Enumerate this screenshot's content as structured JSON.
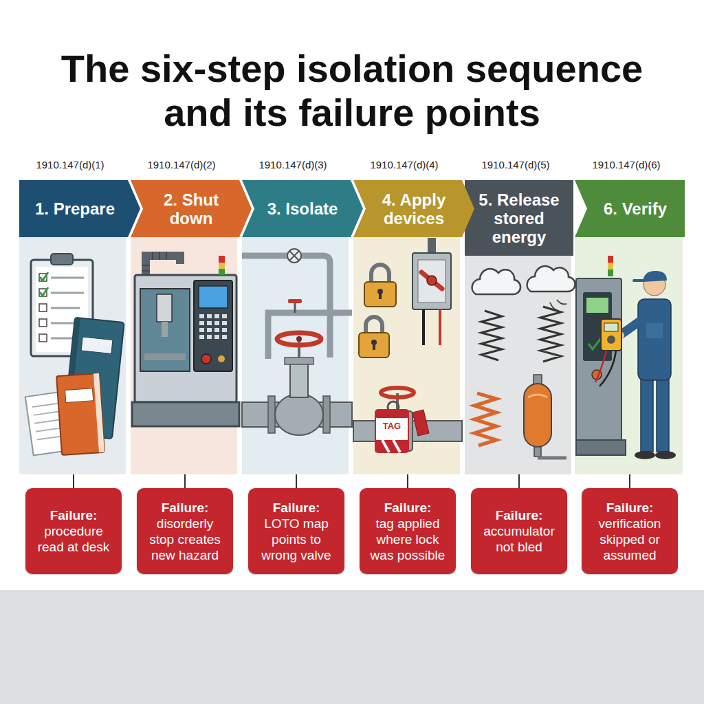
{
  "diagram": {
    "title": "The six-step isolation sequence and its failure points",
    "nodes": [
      {
        "text": [
          "1910.147(d)(1)",
          "1. Prepare"
        ]
      },
      {
        "text": [
          "1910.147(d)(2)",
          "2. Shut down"
        ]
      },
      {
        "text": [
          "1910.147(d)(3)",
          "3. Isolate"
        ]
      },
      {
        "text": [
          "1910.147(d)(4)",
          "4. Apply devices"
        ]
      },
      {
        "text": [
          "1910.147(d)(5)",
          "5. Release stored energy"
        ]
      },
      {
        "text": [
          "1910.147(d)(6)",
          "6. Verify"
        ]
      },
      {
        "text": [
          "Failure:",
          "procedure read at desk"
        ]
      },
      {
        "text": [
          "Failure:",
          "disorderly stop creates new hazard"
        ]
      },
      {
        "text": [
          "Failure:",
          "LOTO map points to wrong valve"
        ]
      },
      {
        "text": [
          "Failure:",
          "tag applied where lock was possible"
        ]
      },
      {
        "text": [
          "Failure:",
          "accumulator not bled"
        ]
      },
      {
        "text": [
          "Failure:",
          "verification skipped or assumed"
        ]
      }
    ],
    "edges": [
      {
        "from": 0,
        "to": 6,
        "arrow": "none"
      },
      {
        "from": 1,
        "to": 7,
        "arrow": "none"
      },
      {
        "from": 2,
        "to": 8,
        "arrow": "none"
      },
      {
        "from": 3,
        "to": 9,
        "arrow": "none"
      },
      {
        "from": 4,
        "to": 10,
        "arrow": "none"
      },
      {
        "from": 5,
        "to": 11,
        "arrow": "none"
      }
    ],
    "labels": [
      "TAG"
    ]
  }
}
